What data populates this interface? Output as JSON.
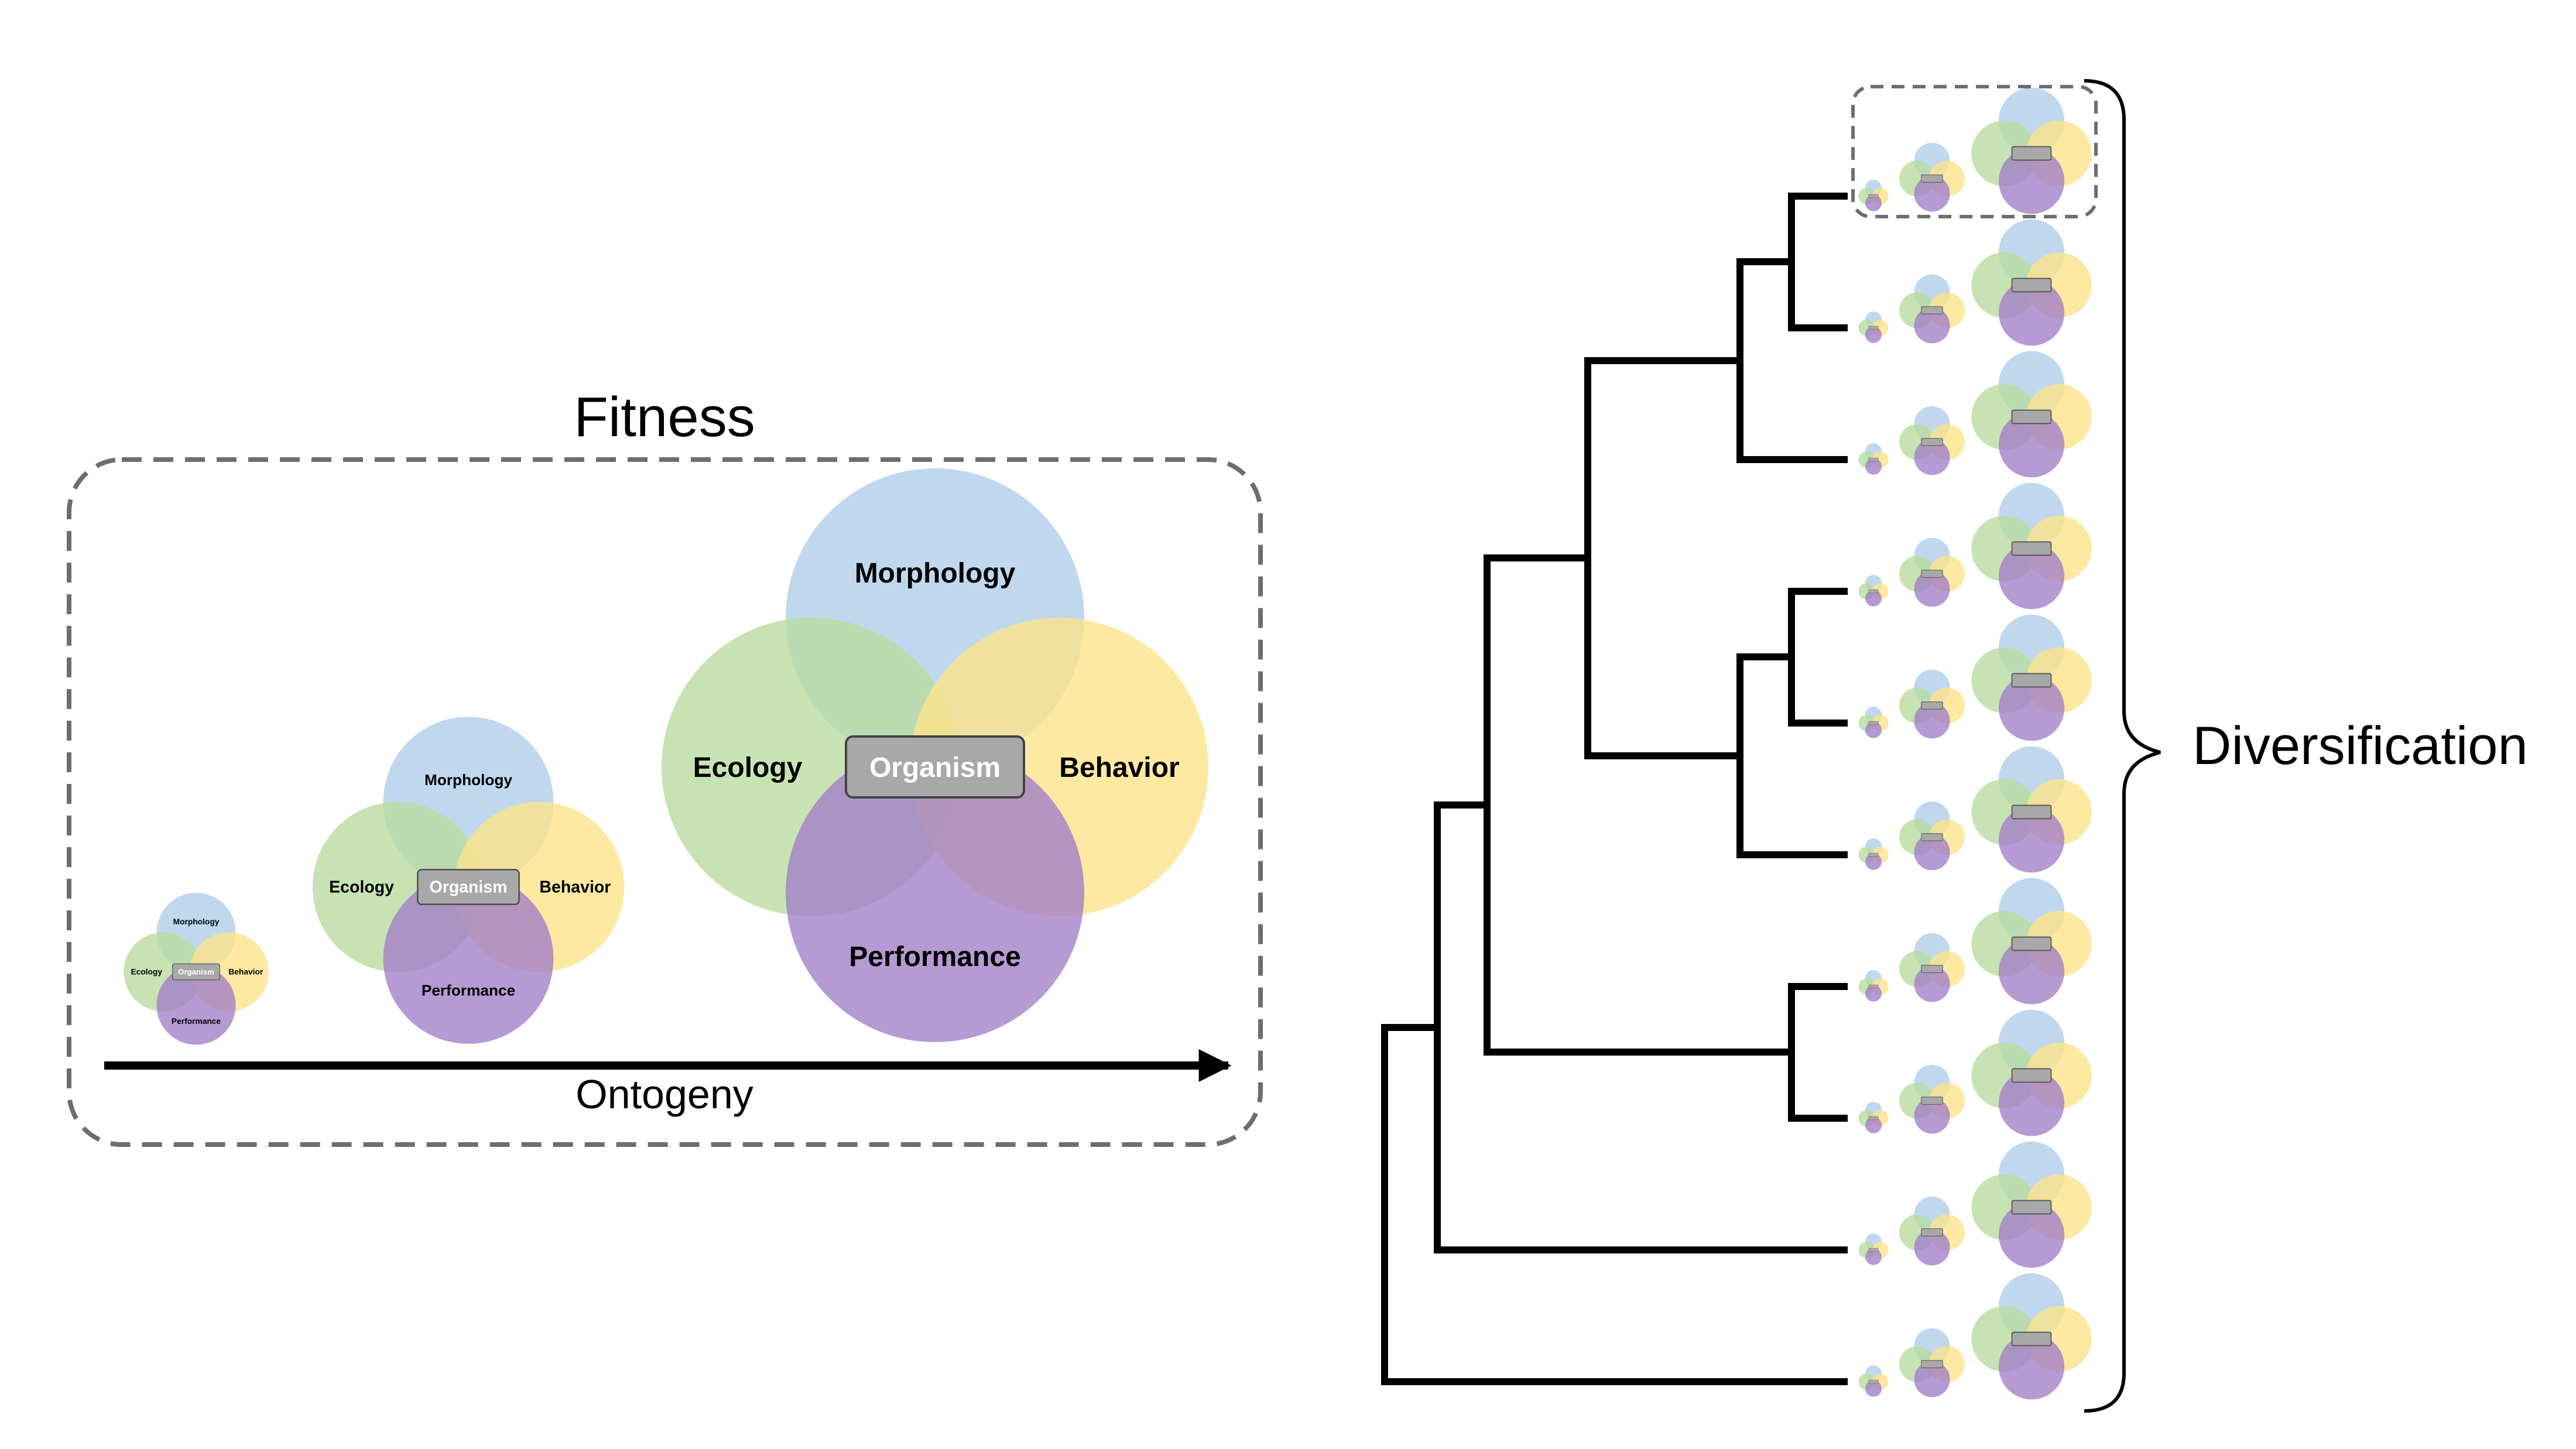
{
  "fitness_panel": {
    "title": "Fitness",
    "axis_label": "Ontogeny",
    "venn_labels": {
      "morphology": "Morphology",
      "ecology": "Ecology",
      "behavior": "Behavior",
      "performance": "Performance",
      "organism": "Organism"
    }
  },
  "phylogeny_panel": {
    "bracket_label": "Diversification",
    "tip_count": 10
  },
  "colors": {
    "morphology": "#b8d4ec",
    "ecology": "#b9dca0",
    "behavior": "#fde38a",
    "performance": "#a07ec8",
    "organism_box": "#a8a8a8",
    "dashed_border": "#6e6e6e",
    "tree_line": "#000000"
  }
}
